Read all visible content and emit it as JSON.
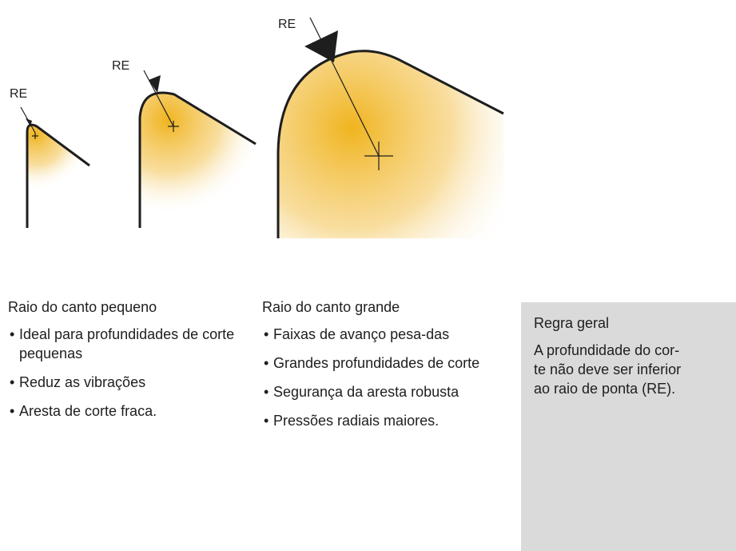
{
  "diagram": {
    "marker_label": "RE",
    "inserts": [
      {
        "id": "small",
        "label": "RE"
      },
      {
        "id": "medium",
        "label": "RE"
      },
      {
        "id": "large",
        "label": "RE"
      }
    ],
    "colors": {
      "fill": "#f0b41e",
      "outline": "#1e1e1e"
    }
  },
  "small_radius": {
    "title": "Raio do canto pequeno",
    "items": [
      "Ideal para profundidades de corte pequenas",
      "Reduz as vibrações",
      "Aresta de corte fraca."
    ]
  },
  "large_radius": {
    "title": "Raio do canto grande",
    "items": [
      "Faixas de avanço pesa-das",
      "Grandes profundidades de corte",
      "Segurança da aresta robusta",
      "Pressões radiais maiores."
    ]
  },
  "rule": {
    "title": "Regra geral",
    "text": "A profundidade do cor-\nte não deve ser inferior\nao raio de ponta (RE)."
  }
}
